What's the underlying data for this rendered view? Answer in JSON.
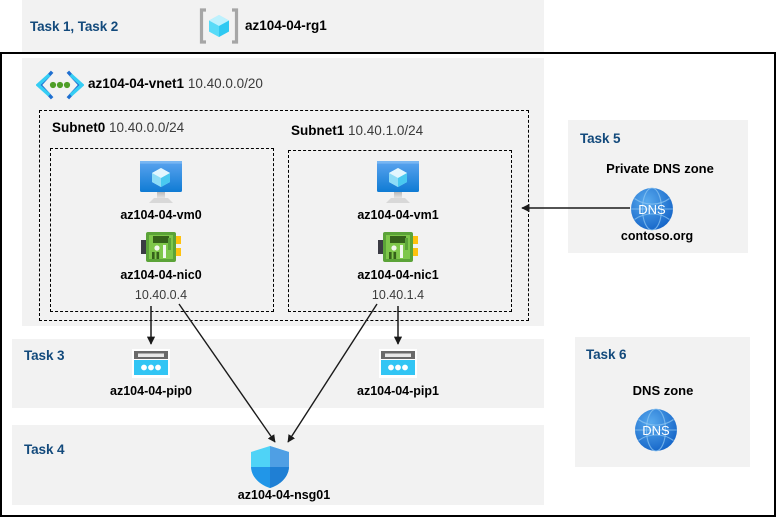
{
  "diagram": {
    "title": "Azure AZ-104 Lab 04 architecture diagram",
    "colors": {
      "task_label": "#134a7c",
      "panel_bg": "#f2f2f2",
      "outer_border": "#000000",
      "vm_icon": "#1b84d9",
      "nic_icon": "#6cb33f",
      "pip_icon": "#32c5f4",
      "nsg_icon": "#2a8ee0",
      "dns_icon": "#2a7fd4",
      "rg_icon": "#5ad8f7",
      "vnet_icon": "#37c6f4"
    }
  },
  "resource_group_panel": {
    "task_label": "Task 1, Task 2",
    "icon": "resource-group-icon",
    "name": "az104-04-rg1"
  },
  "vnet": {
    "icon": "virtual-network-icon",
    "name": "az104-04-vnet1",
    "cidr": "10.40.0.0/20"
  },
  "subnets": [
    {
      "name": "Subnet0",
      "cidr": "10.40.0.0/24",
      "vm": {
        "icon": "virtual-machine-icon",
        "name": "az104-04-vm0"
      },
      "nic": {
        "icon": "network-interface-icon",
        "name": "az104-04-nic0",
        "ip": "10.40.0.4"
      }
    },
    {
      "name": "Subnet1",
      "cidr": "10.40.1.0/24",
      "vm": {
        "icon": "virtual-machine-icon",
        "name": "az104-04-vm1"
      },
      "nic": {
        "icon": "network-interface-icon",
        "name": "az104-04-nic1",
        "ip": "10.40.1.4"
      }
    }
  ],
  "public_ip_panel": {
    "task_label": "Task 3",
    "items": [
      {
        "icon": "public-ip-address-icon",
        "name": "az104-04-pip0"
      },
      {
        "icon": "public-ip-address-icon",
        "name": "az104-04-pip1"
      }
    ]
  },
  "nsg_panel": {
    "task_label": "Task 4",
    "icon": "network-security-group-icon",
    "name": "az104-04-nsg01"
  },
  "private_dns_panel": {
    "task_label": "Task 5",
    "heading": "Private DNS zone",
    "icon": "dns-zone-icon",
    "icon_text": "DNS",
    "name": "contoso.org"
  },
  "dns_panel": {
    "task_label": "Task 6",
    "heading": "DNS zone",
    "icon": "dns-zone-icon",
    "icon_text": "DNS"
  },
  "connections": [
    {
      "from": "az104-04-nic0",
      "to": "az104-04-pip0",
      "style": "arrow-down"
    },
    {
      "from": "az104-04-nic1",
      "to": "az104-04-pip1",
      "style": "arrow-down"
    },
    {
      "from": "az104-04-nic0",
      "to": "az104-04-nsg01",
      "style": "arrow-diagonal"
    },
    {
      "from": "az104-04-nic1",
      "to": "az104-04-nsg01",
      "style": "arrow-diagonal"
    },
    {
      "from": "contoso.org",
      "to": "az104-04-vnet1",
      "style": "arrow-left"
    }
  ]
}
